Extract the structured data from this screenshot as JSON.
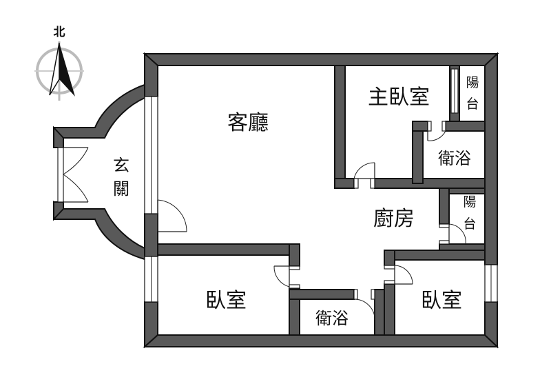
{
  "compass": {
    "label": "北"
  },
  "rooms": {
    "living": "客廳",
    "entrance_1": "玄",
    "entrance_2": "關",
    "master_bedroom": "主臥室",
    "balcony_top_1": "陽",
    "balcony_top_2": "台",
    "bath_top": "衛浴",
    "kitchen": "廚房",
    "balcony_mid_1": "陽",
    "balcony_mid_2": "台",
    "bedroom_left": "臥室",
    "bath_bottom": "衛浴",
    "bedroom_right": "臥室"
  },
  "colors": {
    "wall": "#595959",
    "outline": "#111111"
  }
}
